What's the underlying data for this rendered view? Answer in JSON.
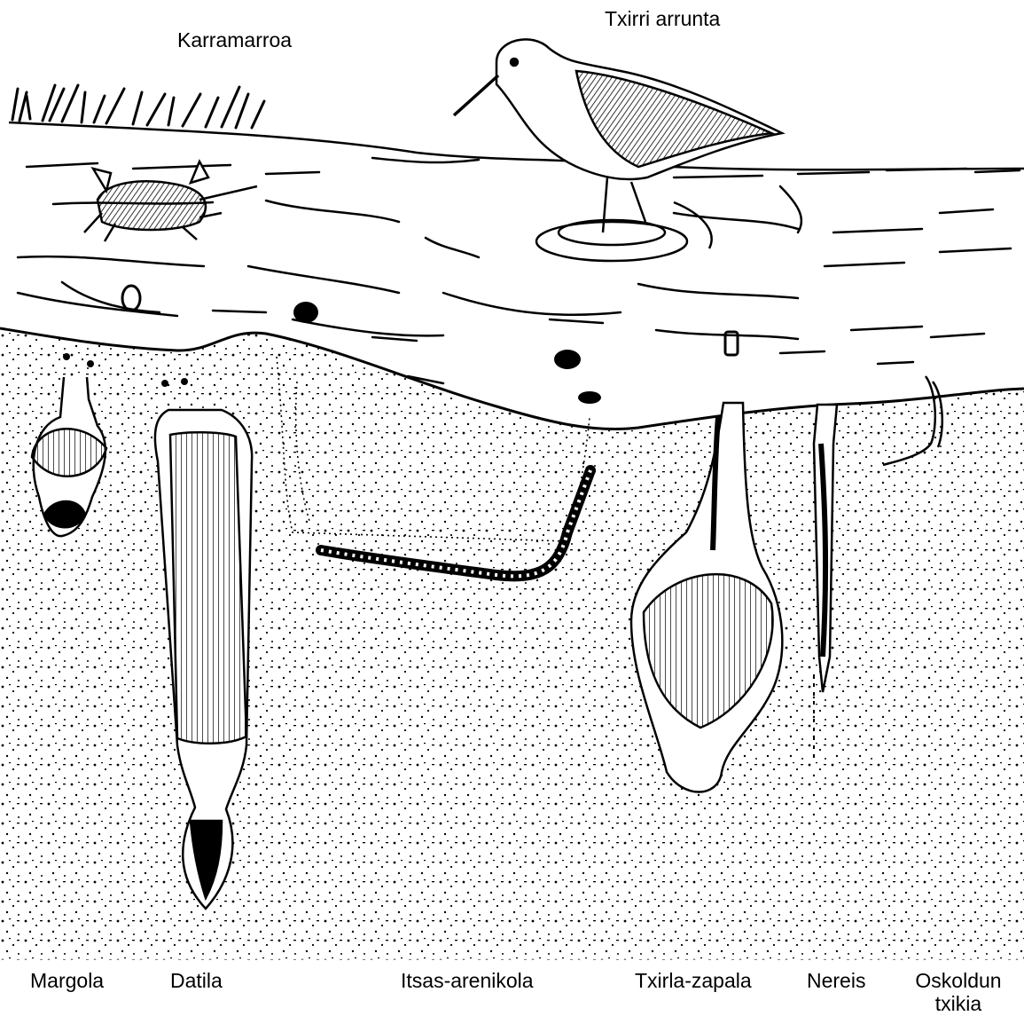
{
  "labels": {
    "crab": "Karramarroa",
    "sandpiper": "Txirri arrunta",
    "scallop": "Margola",
    "razor_clam": "Datila",
    "lugworm": "Itsas-arenikola",
    "tellin": "Txirla-zapala",
    "nereis": "Nereis",
    "small_shelled_line1": "Oskoldun",
    "small_shelled_line2": "txikia"
  },
  "colors": {
    "ink": "#000000",
    "paper": "#ffffff"
  }
}
